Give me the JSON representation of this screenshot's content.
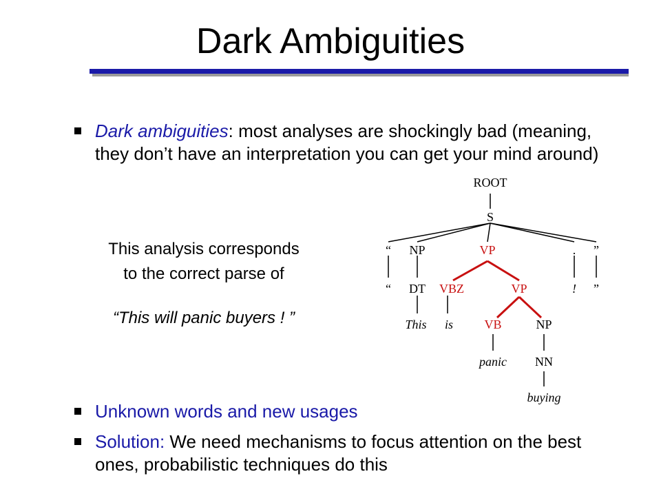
{
  "slide": {
    "title": "Dark Ambiguities",
    "bullet1": {
      "term": "Dark ambiguities",
      "rest": ": most analyses are shockingly bad (meaning, they don’t have an interpretation you can get your mind around)"
    },
    "side_text": {
      "line1": "This analysis corresponds",
      "line2": "to the correct parse of",
      "quote": "“This will panic buyers ! ”"
    },
    "bullet2": "Unknown words and new usages",
    "bullet3": {
      "term": "Solution:",
      "rest": " We need mechanisms to focus attention on the best ones, probabilistic techniques do this"
    },
    "colors": {
      "accent_blue": "#1a1aa8",
      "tree_red": "#c81010"
    }
  },
  "tree": {
    "root": "ROOT",
    "s": "S",
    "open_quote_tag": "“",
    "np": "NP",
    "vp": "VP",
    "period_tag": ".",
    "close_quote_tag": "”",
    "open_quote_word": "“",
    "dt": "DT",
    "vbz": "VBZ",
    "vp2": "VP",
    "exclaim_word": "!",
    "close_quote_word": "”",
    "this_word": "This",
    "is_word": "is",
    "vb": "VB",
    "np2": "NP",
    "panic_word": "panic",
    "nn": "NN",
    "buying_word": "buying"
  }
}
